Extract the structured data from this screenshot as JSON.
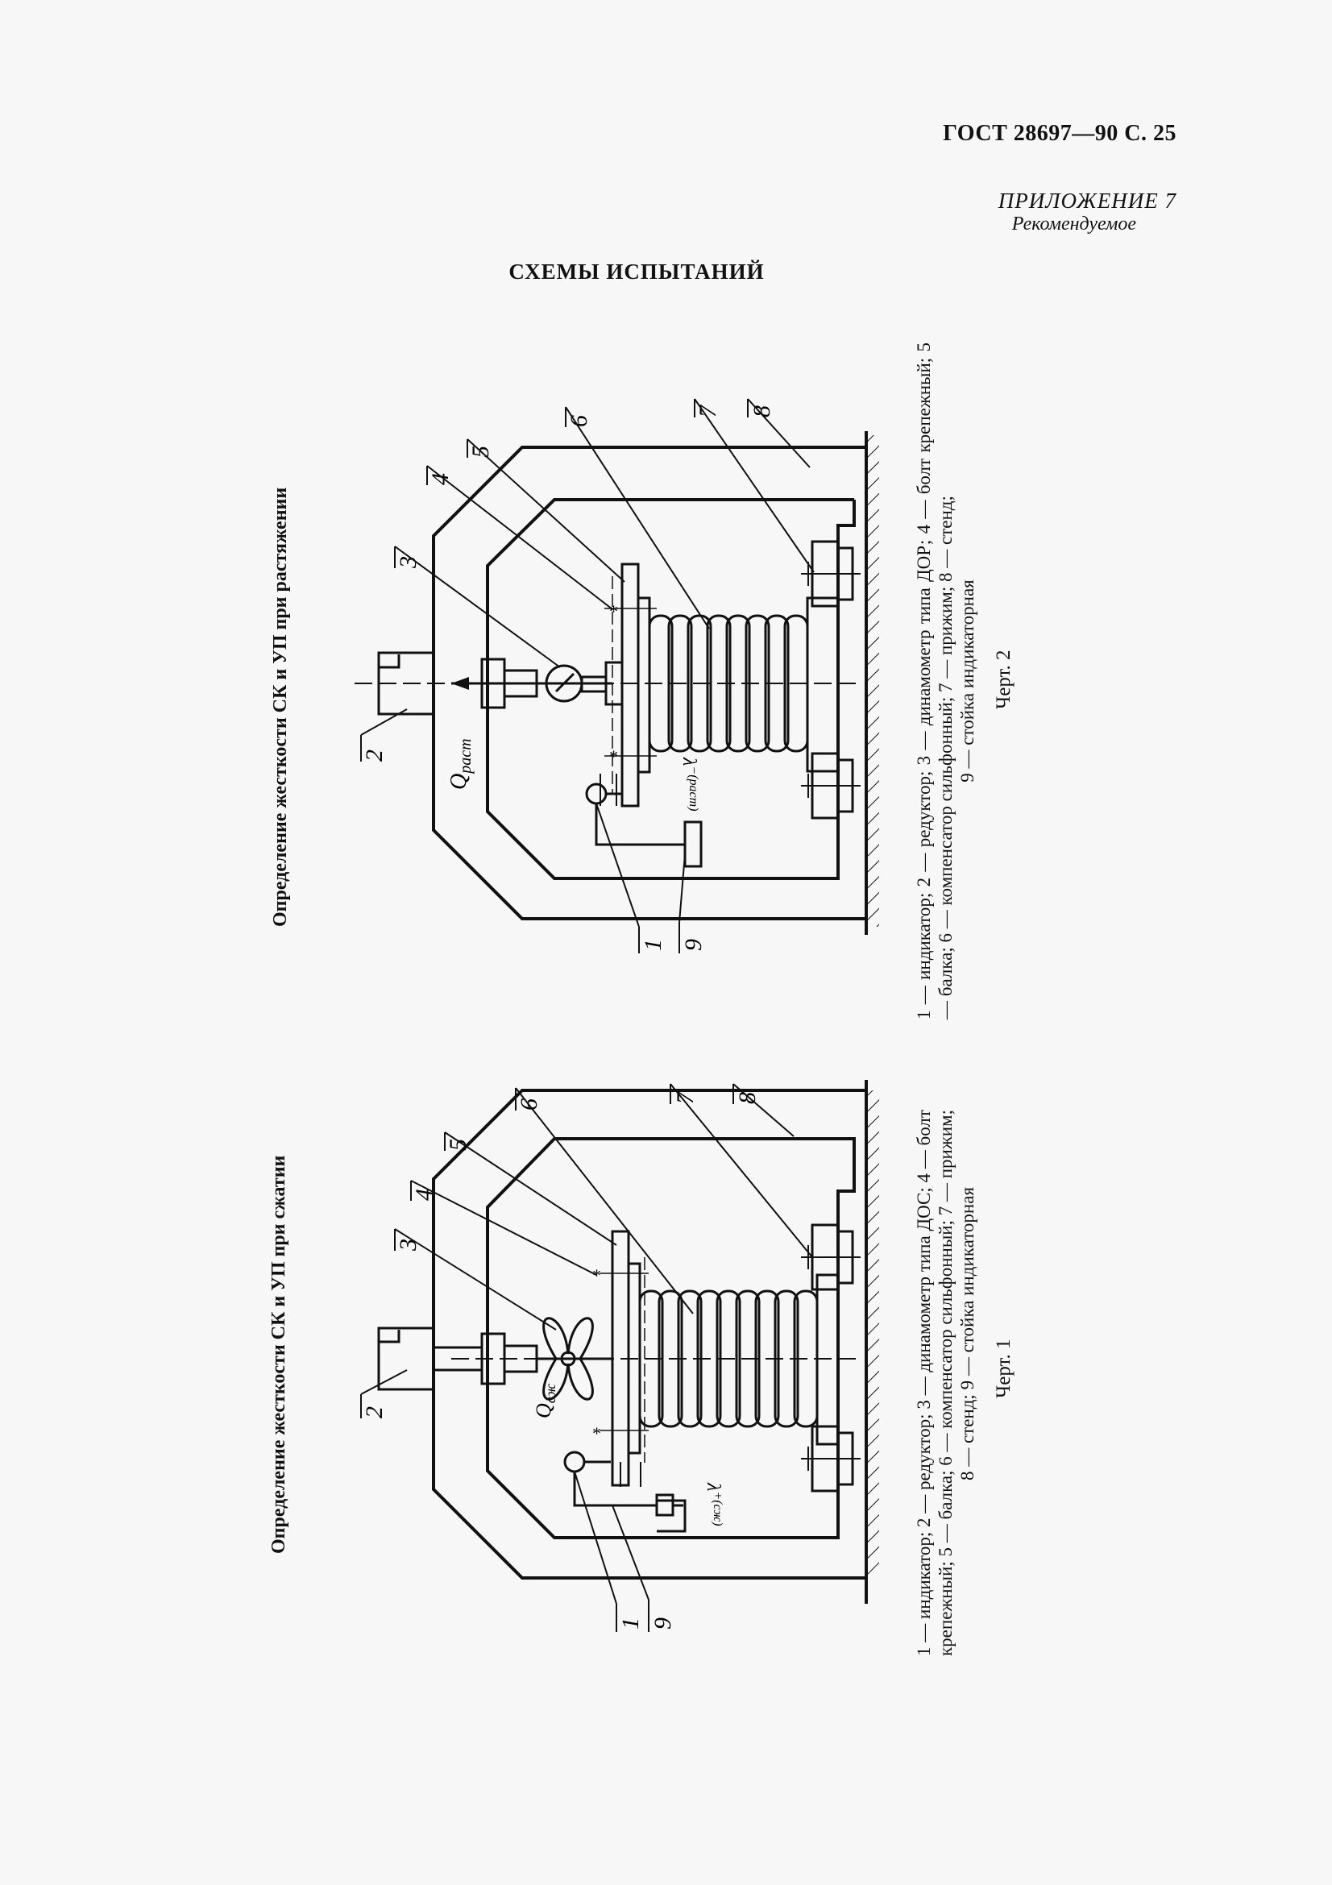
{
  "header": {
    "standard": "ГОСТ 28697—90 С. 25"
  },
  "appendix": {
    "title": "ПРИЛОЖЕНИЕ 7",
    "note": "Рекомендуемое"
  },
  "page_title": "СХЕМЫ ИСПЫТАНИЙ",
  "figures": [
    {
      "title": "Определение жесткости СК и УП при сжатии",
      "label": "Черт. 1",
      "force_label": "Q",
      "force_sub": "сж",
      "disp_label": "λ",
      "disp_sub": "+(сж)",
      "callouts": [
        "1",
        "2",
        "3",
        "4",
        "5",
        "6",
        "7",
        "8",
        "9"
      ],
      "legend_main": "1 — индикатор; 2 — редуктор; 3 — динамометр типа ДОС; 4 — болт крепежный; 5 — балка; 6 — компенсатор сильфонный; 7 — прижим;",
      "legend_last": "8 — стенд; 9 — стойка индикаторная"
    },
    {
      "title": "Определение жесткости СК и УП при растяжении",
      "label": "Черт. 2",
      "force_label": "Q",
      "force_sub": "раст",
      "disp_label": "λ",
      "disp_sub": "−(раст)",
      "callouts": [
        "1",
        "2",
        "3",
        "4",
        "5",
        "6",
        "7",
        "8",
        "9"
      ],
      "legend_main": "1 — индикатор; 2 — редуктор; 3 — динамометр типа ДОР; 4 — болт крепежный; 5 — балка; 6 — компенсатор сильфонный; 7 — прижим; 8 — стенд;",
      "legend_last": "9 — стойка индикаторная"
    }
  ]
}
